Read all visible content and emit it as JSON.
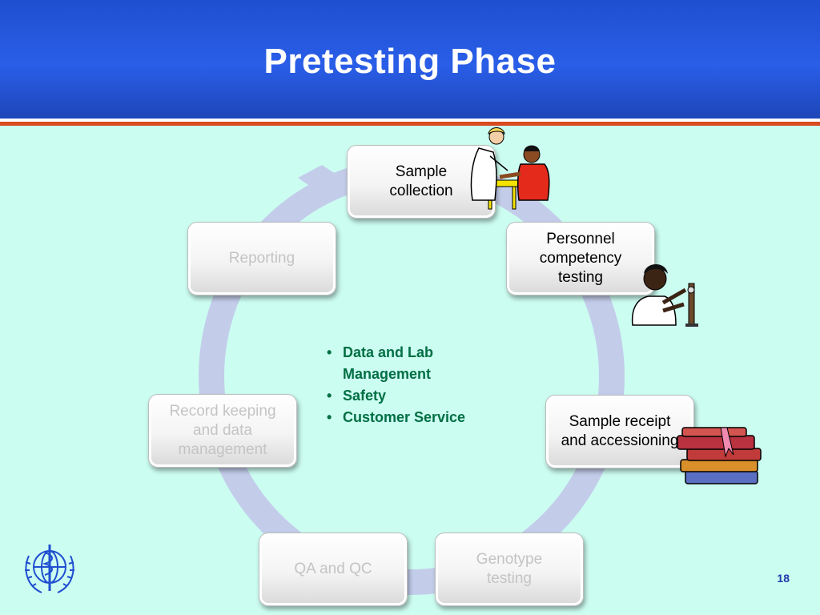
{
  "slide": {
    "title": "Pretesting Phase",
    "page_number": "18"
  },
  "cycle": {
    "steps": [
      {
        "label": "Sample collection",
        "state": "active"
      },
      {
        "label": "Personnel competency testing",
        "state": "active"
      },
      {
        "label": "Sample receipt and accessioning",
        "state": "active"
      },
      {
        "label": "Genotype testing",
        "state": "faded"
      },
      {
        "label": "QA and QC",
        "state": "faded"
      },
      {
        "label": "Record keeping and data management",
        "state": "faded"
      },
      {
        "label": "Reporting",
        "state": "faded"
      }
    ]
  },
  "bullets": [
    "Data and Lab Management",
    "Safety",
    "Customer Service"
  ],
  "icons": {
    "logo": "who-emblem-icon",
    "clipart": [
      "phlebotomy-clipart-icon",
      "lab-technician-clipart-icon",
      "stack-of-books-clipart-icon"
    ]
  },
  "colors": {
    "header": "#2a5ee8",
    "background": "#ccfdf1",
    "ring": "#c3cdea",
    "bullet_text": "#006f44",
    "accent_rule": "#d84a1f"
  }
}
